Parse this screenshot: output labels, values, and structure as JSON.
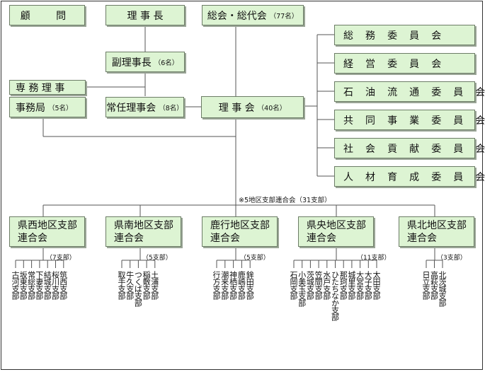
{
  "top": {
    "komon": "顧　問",
    "rijicho": "理 事 長",
    "sokai": "総会・総代会",
    "sokai_count": "（77名）",
    "fuku": "副理事長",
    "fuku_count": "（6名）",
    "senmu": "専 務 理 事",
    "jimukyoku": "事務局",
    "jimukyoku_count": "（5名）",
    "jonin": "常任理事会",
    "jonin_count": "（8名）",
    "rijikai": "理 事 会",
    "rijikai_count": "（40名）"
  },
  "committees": [
    "総 務 委 員 会",
    "経 営 委 員 会",
    "石 油 流 通 委 員 会",
    "共 同 事 業 委 員 会",
    "社 会 貢 献 委 員 会",
    "人 材 育 成 委 員 会"
  ],
  "note": "※5地区支部連合会（31支部）",
  "districts": [
    {
      "line1": "県西地区支部",
      "line2": "連合会",
      "count": "（7支部）",
      "branches": [
        "古河支部",
        "坂東支部",
        "常総支部",
        "下妻支部",
        "結城支部",
        "桜川支部",
        "筑西支部"
      ]
    },
    {
      "line1": "県南地区支部",
      "line2": "連合会",
      "count": "（5支部）",
      "branches": [
        "取手支部",
        "牛久支部",
        "つくば支部",
        "稲敷支部",
        "土浦支部"
      ]
    },
    {
      "line1": "鹿行地区支部",
      "line2": "連合会",
      "count": "（5支部）",
      "branches": [
        "行方支部",
        "潮来支部",
        "神栖支部",
        "鹿嶋支部",
        "鉾田支部"
      ]
    },
    {
      "line1": "県央地区支部",
      "line2": "連合会",
      "count": "（11支部）",
      "branches": [
        "石岡支部",
        "小美玉支部",
        "茨城支部",
        "笠間支部",
        "水戸支部",
        "ひたちなか支部",
        "那珂支部",
        "城里支部",
        "大宮支部",
        "大子支部",
        "太田支部"
      ]
    },
    {
      "line1": "県北地区支部",
      "line2": "連合会",
      "count": "（3支部）",
      "branches": [
        "日立支部",
        "高萩支部",
        "北茨城支部"
      ]
    }
  ]
}
